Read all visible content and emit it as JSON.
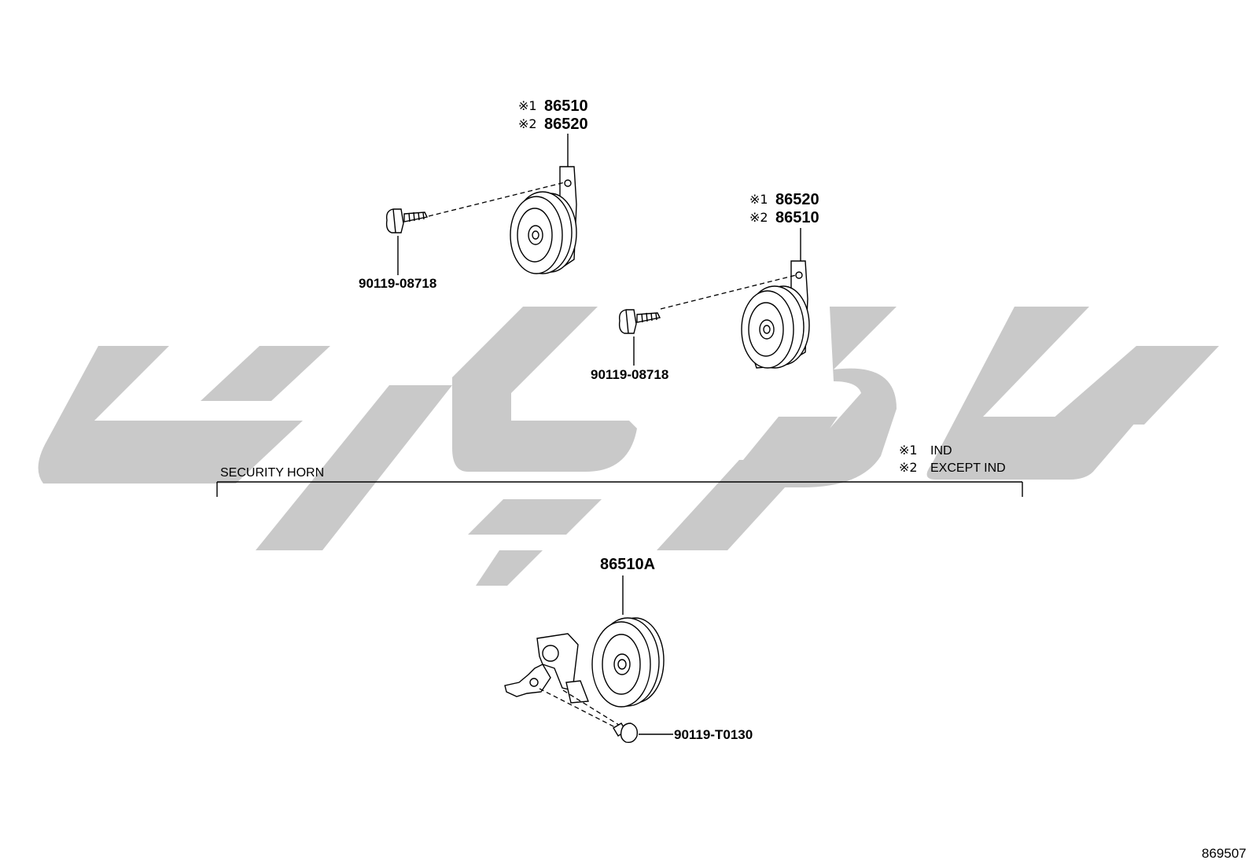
{
  "callouts": {
    "upper_horn": {
      "line1_mark": "※1",
      "line1_part": "86510",
      "line2_mark": "※2",
      "line2_part": "86520"
    },
    "middle_horn": {
      "line1_mark": "※1",
      "line1_part": "86520",
      "line2_mark": "※2",
      "line2_part": "86510"
    },
    "security_horn": {
      "part": "86510A"
    }
  },
  "bolts": {
    "upper": "90119-08718",
    "middle": "90119-08718",
    "security": "90119-T0130"
  },
  "section": {
    "label": "SECURITY HORN"
  },
  "legend": {
    "note1_mark": "※1",
    "note1_text": "IND",
    "note2_mark": "※2",
    "note2_text": "EXCEPT IND"
  },
  "reference_number": "869507",
  "colors": {
    "watermark": "#c9c9c9",
    "ink": "#000000"
  }
}
